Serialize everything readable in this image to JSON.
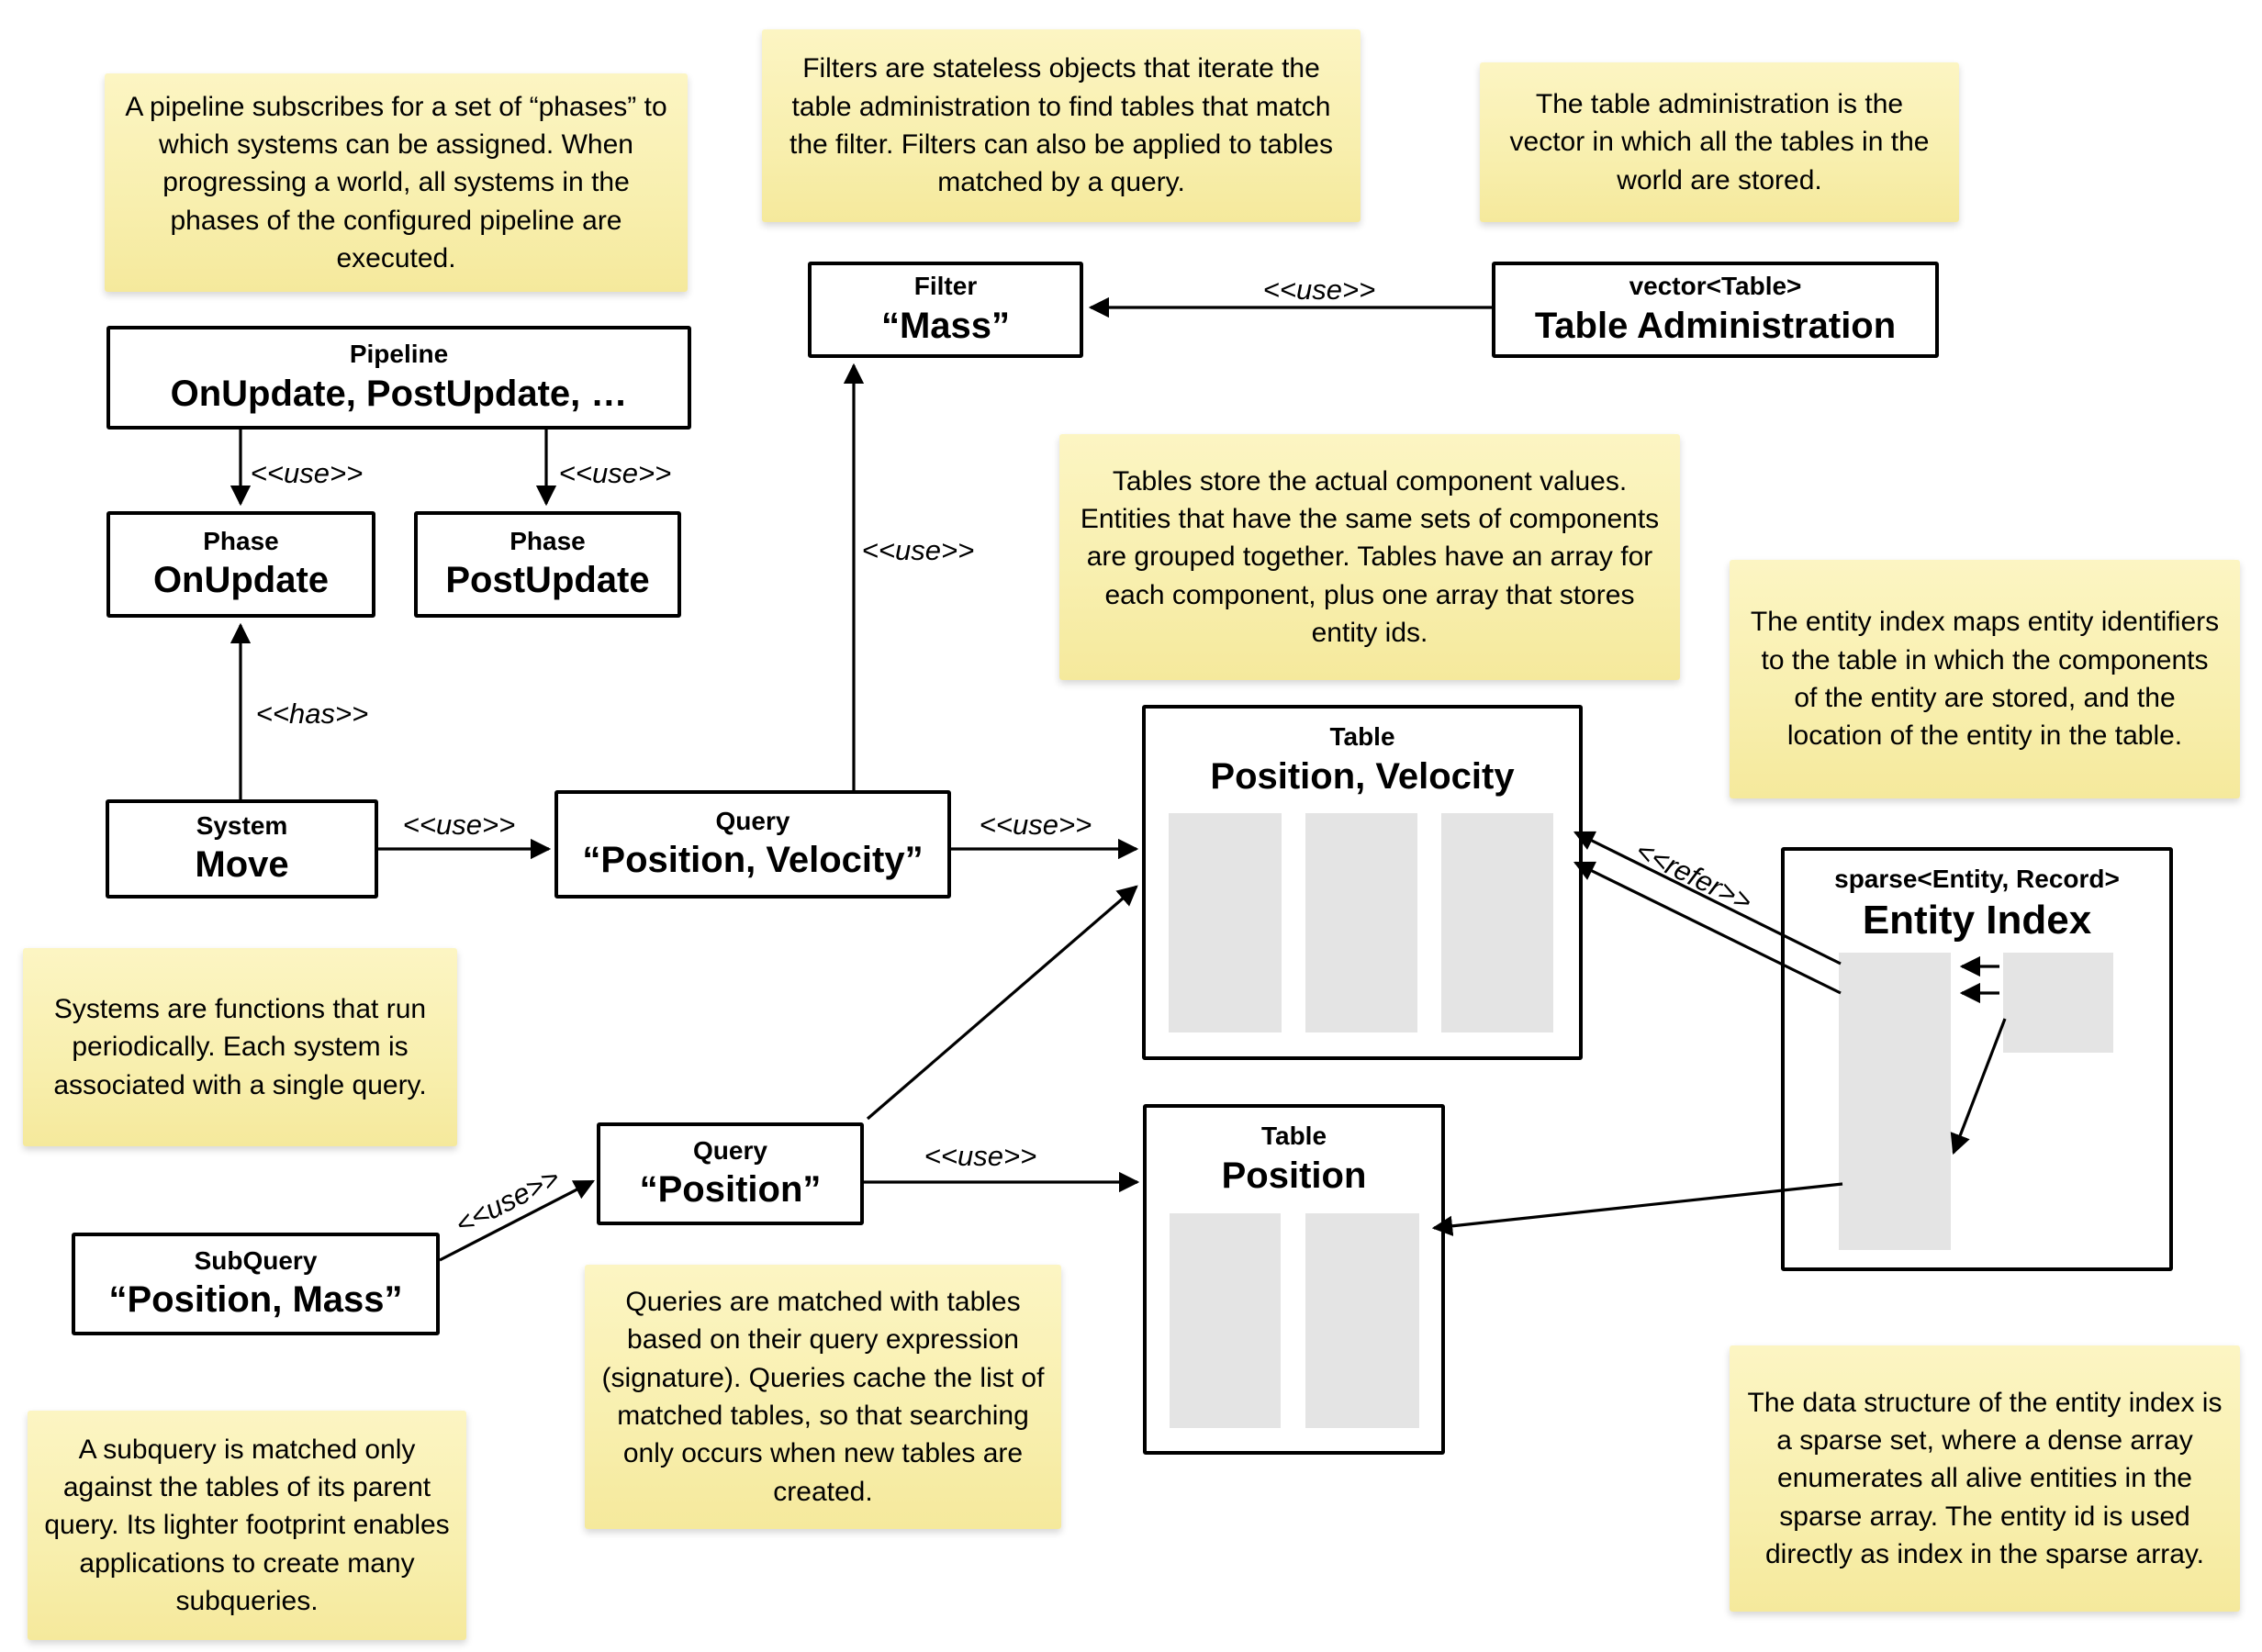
{
  "diagram": {
    "notes": {
      "pipeline": "A pipeline subscribes for a set of “phases” to which systems can be assigned. When progressing a world, all systems in the phases of the configured pipeline are executed.",
      "filters": "Filters are stateless objects that iterate the table administration to find tables that match the filter. Filters can also be applied to tables matched by a query.",
      "table_administration": "The table administration is the vector in which all the tables in the world are stored.",
      "tables": "Tables store the actual component values. Entities that have the same sets of components are grouped together. Tables have an array for each component, plus one array that stores entity ids.",
      "entity_index": "The entity index maps entity identifiers to the table in which the components of the entity are stored, and the location of the entity in the table.",
      "systems": "Systems are functions that run periodically. Each system is associated with a single query.",
      "queries": "Queries are matched with tables based on their query expression (signature). Queries cache the list of matched tables, so that searching only occurs when new tables are created.",
      "subqueries": "A subquery is matched only against the tables of its parent query. Its lighter footprint enables applications to create many subqueries.",
      "sparse_set": "The data structure of the entity index is a sparse set, where a dense array enumerates all alive entities in the sparse array. The entity id is used directly as index in the sparse array."
    },
    "boxes": {
      "pipeline": {
        "title": "Pipeline",
        "value": "OnUpdate, PostUpdate, …"
      },
      "phase_onupdate": {
        "title": "Phase",
        "value": "OnUpdate"
      },
      "phase_postupdate": {
        "title": "Phase",
        "value": "PostUpdate"
      },
      "filter_mass": {
        "title": "Filter",
        "value": "“Mass”"
      },
      "table_administration": {
        "title": "vector<Table>",
        "value": "Table Administration"
      },
      "system_move": {
        "title": "System",
        "value": "Move"
      },
      "query_position_velocity": {
        "title": "Query",
        "value": "“Position, Velocity”"
      },
      "table_position_velocity": {
        "title": "Table",
        "value": "Position, Velocity"
      },
      "entity_index": {
        "title": "sparse<Entity, Record>",
        "value": "Entity Index"
      },
      "query_position": {
        "title": "Query",
        "value": "“Position”"
      },
      "subquery_position_mass": {
        "title": "SubQuery",
        "value": "“Position, Mass”"
      },
      "table_position": {
        "title": "Table",
        "value": "Position"
      }
    },
    "edge_labels": {
      "use": "<<use>>",
      "has": "<<has>>",
      "refer": "<<refer>>"
    },
    "colors": {
      "background": "#FFFFFF",
      "note_fill_top": "#FCF5C3",
      "note_fill_bottom": "#F5E99C",
      "box_fill": "#FFFFFF",
      "box_border": "#000000",
      "array_fill": "#E4E4E4",
      "text": "#000000"
    }
  }
}
